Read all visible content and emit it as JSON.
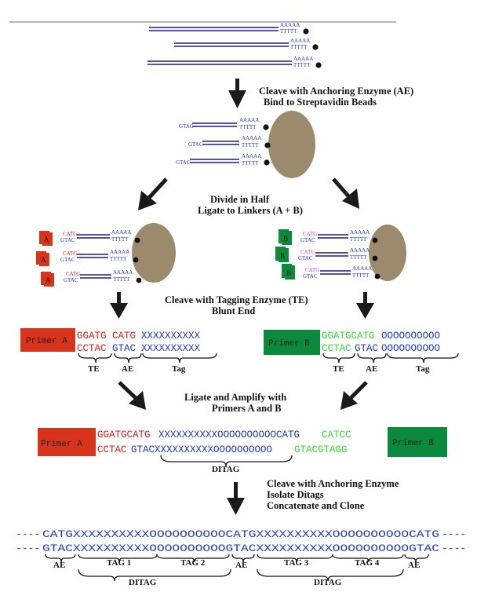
{
  "polyA": "AAAAA",
  "polyT": "TTTTT",
  "cut_site": "GTAC",
  "linker_site": "CATG",
  "steps": {
    "cleave_ae": "Cleave with Anchoring Enzyme (AE)",
    "bind_beads": "Bind to Streptavidin Beads",
    "divide": "Divide in Half",
    "ligate_linkers": "Ligate to Linkers (A + B)",
    "cleave_te": "Cleave with Tagging Enzyme (TE)",
    "blunt": "Blunt End",
    "ligate_amp": "Ligate and Amplify with",
    "primers": "Primers A and B",
    "cleave_ae2": "Cleave with Anchoring Enzyme",
    "isolate": "Isolate Ditags",
    "concat": "Concatenate and Clone"
  },
  "linkers": {
    "a": "A",
    "b": "B"
  },
  "primers": {
    "a": "Primer A",
    "b": "Primer B"
  },
  "tag_a": {
    "top_red": "GGATG",
    "top_red2": "CATG",
    "top_blue": "XXXXXXXXXX",
    "bot_red": "CCTAC",
    "bot_blue": "GTAC",
    "bot_blue2": "XXXXXXXXXX"
  },
  "tag_b": {
    "top_green": "GGATGCATG",
    "top_blue": "OOOOOOOOOO",
    "bot_green": "CCTAC",
    "bot_blue": "GTAC",
    "bot_blue2": "OOOOOOOOOO"
  },
  "ditag": {
    "top_red": "GGATGCATG",
    "top_blue": "XXXXXXXXXXOOOOOOOOOOCATG",
    "top_green": "CATCC",
    "bot_red": "CCTAC",
    "bot_blue": "GTACXXXXXXXXXXOOOOOOOOOO",
    "bot_green": "GTACGTAGG"
  },
  "concatemer": {
    "top": "CATGXXXXXXXXXXOOOOOOOOOOCATGXXXXXXXXXXOOOOOOOOOOCATG",
    "bottom": "GTACXXXXXXXXXXOOOOOOOOOOGTACXXXXXXXXXXOOOOOOOOOOGTAC",
    "dashes": "----"
  },
  "labels": {
    "te": "TE",
    "ae": "AE",
    "tag": "Tag",
    "ditag": "DITAG",
    "tag1": "TAG 1",
    "tag2": "TAG 2",
    "tag3": "TAG 3",
    "tag4": "TAG 4"
  },
  "colors": {
    "strand": "#1a1a8c",
    "blue_text": "#1f35c8",
    "red_text": "#e01818",
    "green_text": "#2ee02e",
    "red_box": "#d8341c",
    "green_box": "#0a8a3a",
    "bead": "#9c8a6c",
    "arrow": "#1a1a1a"
  }
}
